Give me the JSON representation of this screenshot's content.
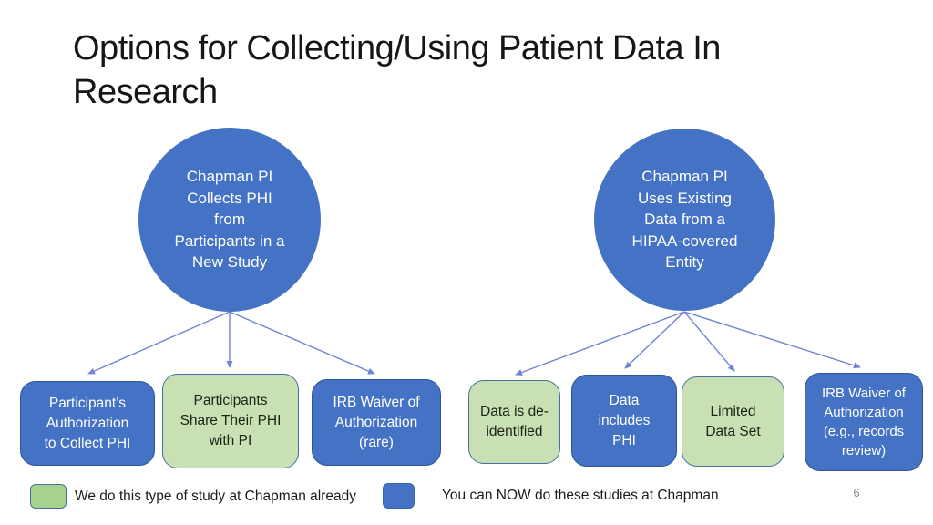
{
  "slide": {
    "title": "Options for Collecting/Using Patient Data In Research",
    "page_number": "6"
  },
  "colors": {
    "node_blue": "#4472C4",
    "node_green": "#C9E0B4",
    "legend_green": "#A9D18E",
    "green_box_border": "#41719C",
    "blue_box_border": "#2F5597",
    "arrow": "#7083D6",
    "title_text": "#161616",
    "page_number_text": "#8f8f8f"
  },
  "left_tree": {
    "root": {
      "text": "Chapman PI\nCollects PHI\nfrom\nParticipants in a\nNew Study"
    },
    "children": [
      {
        "style": "blue",
        "text": "Participant’s\nAuthorization\nto Collect PHI"
      },
      {
        "style": "green",
        "text": "Participants\nShare Their PHI\nwith PI"
      },
      {
        "style": "blue",
        "text": "IRB Waiver of\nAuthorization\n(rare)"
      }
    ]
  },
  "right_tree": {
    "root": {
      "text": "Chapman PI\nUses Existing\nData from a\nHIPAA-covered\nEntity"
    },
    "children": [
      {
        "style": "green",
        "text": "Data is de-\nidentified"
      },
      {
        "style": "blue",
        "text": "Data\nincludes\nPHI"
      },
      {
        "style": "green",
        "text": "Limited\nData Set"
      },
      {
        "style": "blue",
        "text": "IRB Waiver of\nAuthorization\n(e.g., records\nreview)"
      }
    ]
  },
  "legend": {
    "green": {
      "label": "We do this type of study at Chapman already"
    },
    "blue": {
      "label": "You can NOW do these studies at Chapman"
    }
  }
}
